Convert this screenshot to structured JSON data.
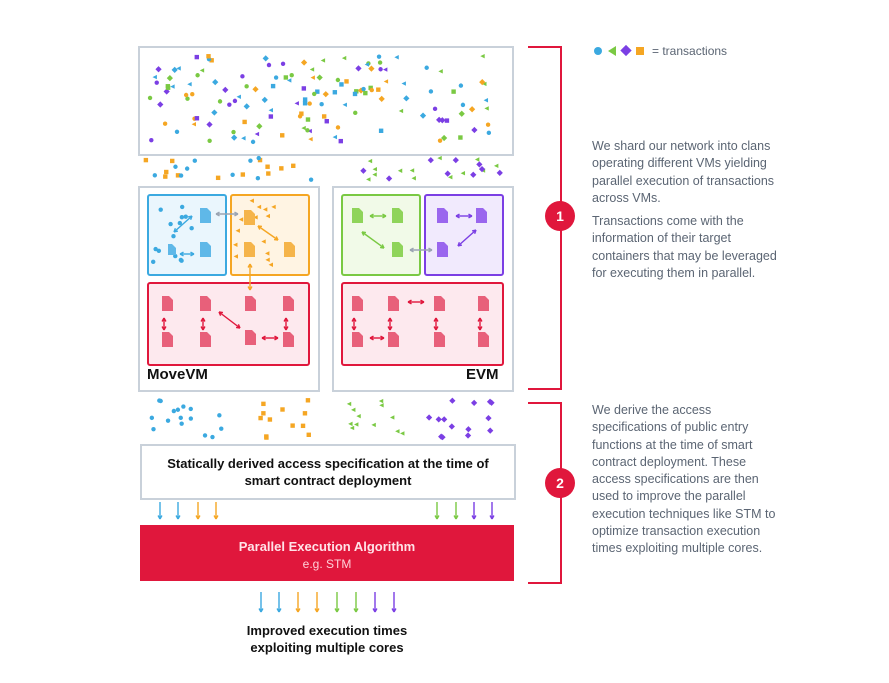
{
  "legend": {
    "text": "= transactions"
  },
  "vms": {
    "move_label": "MoveVM",
    "evm_label": "EVM"
  },
  "spec_box": {
    "text": "Statically derived access specification at the time of smart contract deployment"
  },
  "algorithm": {
    "title": "Parallel Execution Algorithm",
    "subtitle": "e.g. STM"
  },
  "bottom": {
    "text": "Improved execution times exploiting multiple cores"
  },
  "section1": {
    "badge": "1",
    "para1": "We shard our network into clans operating different VMs yielding parallel execution of transactions across VMs.",
    "para2": "Transactions come with the information of their target containers that may be leveraged for executing them in parallel."
  },
  "section2": {
    "badge": "2",
    "para": "We derive the access specifications of public entry functions at the time of smart contract deployment. These access specifications are then used to improve the parallel execution techniques like STM to optimize transaction execution times exploiting multiple cores."
  },
  "colors": {
    "accent": "#e0173c",
    "blue": "#3ba9e0",
    "green": "#7ac943",
    "purple": "#7b3fe4",
    "orange": "#f5a623",
    "pink": "#e8607a"
  }
}
